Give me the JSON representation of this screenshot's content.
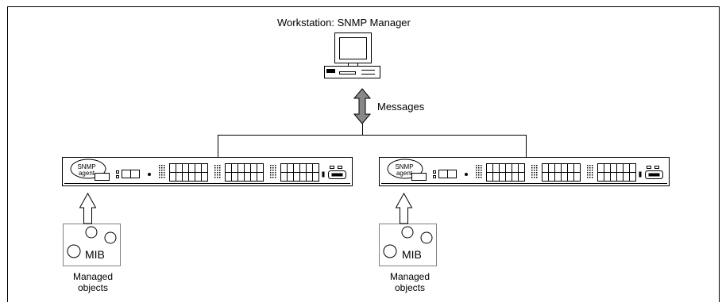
{
  "diagram": {
    "workstation_title": "Workstation: SNMP Manager",
    "messages_label": "Messages",
    "nodes": [
      {
        "agent_line1": "SNMP",
        "agent_line2": "agent",
        "mib_label": "MIB",
        "managed_line1": "Managed",
        "managed_line2": "objects"
      },
      {
        "agent_line1": "SNMP",
        "agent_line2": "agent",
        "mib_label": "MIB",
        "managed_line1": "Managed",
        "managed_line2": "objects"
      }
    ]
  }
}
